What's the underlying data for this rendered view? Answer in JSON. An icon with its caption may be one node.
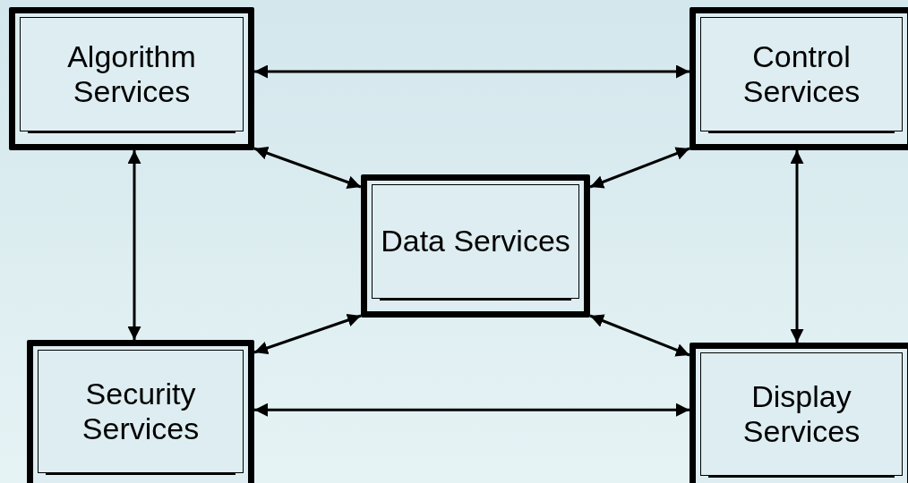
{
  "diagram": {
    "nodes": [
      {
        "text": [
          "Algorithm Services"
        ]
      },
      {
        "text": [
          "Control Services"
        ]
      },
      {
        "text": [
          "Data Services"
        ]
      },
      {
        "text": [
          "Security Services"
        ]
      },
      {
        "text": [
          "Display Services"
        ]
      }
    ],
    "edges": [
      {
        "from": 0,
        "to": 1,
        "arrow": "both"
      },
      {
        "from": 0,
        "to": 2,
        "arrow": "both"
      },
      {
        "from": 1,
        "to": 2,
        "arrow": "both"
      },
      {
        "from": 0,
        "to": 3,
        "arrow": "both"
      },
      {
        "from": 1,
        "to": 4,
        "arrow": "both"
      },
      {
        "from": 3,
        "to": 2,
        "arrow": "both"
      },
      {
        "from": 4,
        "to": 2,
        "arrow": "both"
      },
      {
        "from": 3,
        "to": 4,
        "arrow": "both"
      }
    ]
  }
}
